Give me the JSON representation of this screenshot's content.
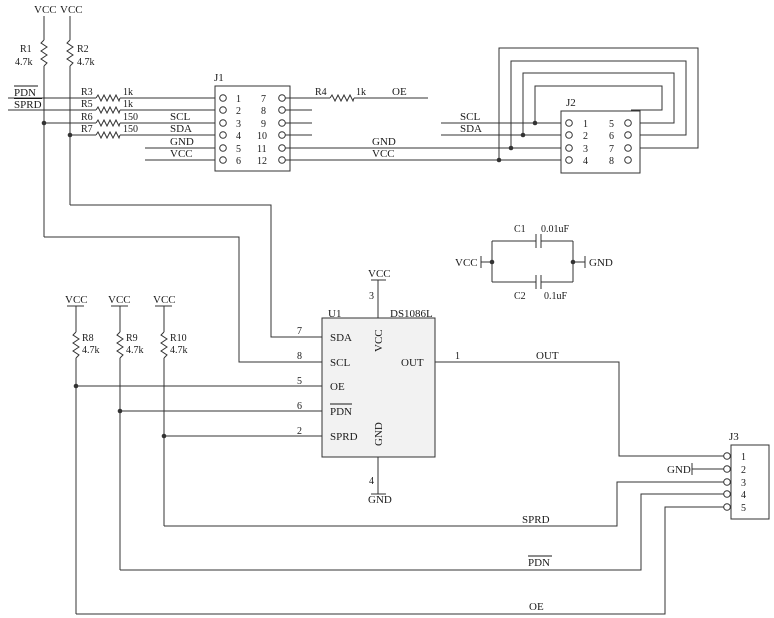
{
  "power": {
    "vcc": "VCC",
    "gnd": "GND"
  },
  "resistors": {
    "r1": {
      "ref": "R1",
      "value": "4.7k"
    },
    "r2": {
      "ref": "R2",
      "value": "4.7k"
    },
    "r3": {
      "ref": "R3",
      "value": "1k"
    },
    "r4": {
      "ref": "R4",
      "value": "1k"
    },
    "r5": {
      "ref": "R5",
      "value": "1k"
    },
    "r6": {
      "ref": "R6",
      "value": "150"
    },
    "r7": {
      "ref": "R7",
      "value": "150"
    },
    "r8": {
      "ref": "R8",
      "value": "4.7k"
    },
    "r9": {
      "ref": "R9",
      "value": "4.7k"
    },
    "r10": {
      "ref": "R10",
      "value": "4.7k"
    }
  },
  "capacitors": {
    "c1": {
      "ref": "C1",
      "value": "0.01uF"
    },
    "c2": {
      "ref": "C2",
      "value": "0.1uF"
    }
  },
  "connectors": {
    "j1": {
      "ref": "J1",
      "left_pins": [
        "1",
        "2",
        "3",
        "4",
        "5",
        "6"
      ],
      "right_pins": [
        "7",
        "8",
        "9",
        "10",
        "11",
        "12"
      ]
    },
    "j2": {
      "ref": "J2",
      "left_pins": [
        "1",
        "2",
        "3",
        "4"
      ],
      "right_pins": [
        "5",
        "6",
        "7",
        "8"
      ]
    },
    "j3": {
      "ref": "J3",
      "pins": [
        "1",
        "2",
        "3",
        "4",
        "5"
      ]
    }
  },
  "u1": {
    "ref": "U1",
    "part": "DS1086L",
    "pins": [
      {
        "num": "7",
        "name": "SDA"
      },
      {
        "num": "8",
        "name": "SCL"
      },
      {
        "num": "5",
        "name": "OE"
      },
      {
        "num": "6",
        "name": "PDN"
      },
      {
        "num": "2",
        "name": "SPRD"
      }
    ],
    "out_pin": {
      "num": "1",
      "name": "OUT"
    },
    "vcc_pin": {
      "num": "3",
      "name": "VCC"
    },
    "gnd_pin": {
      "num": "4",
      "name": "GND"
    }
  },
  "nets": {
    "pdn": "PDN",
    "sprd": "SPRD",
    "scl": "SCL",
    "sda": "SDA",
    "oe": "OE",
    "out": "OUT",
    "gnd": "GND",
    "vcc": "VCC"
  }
}
